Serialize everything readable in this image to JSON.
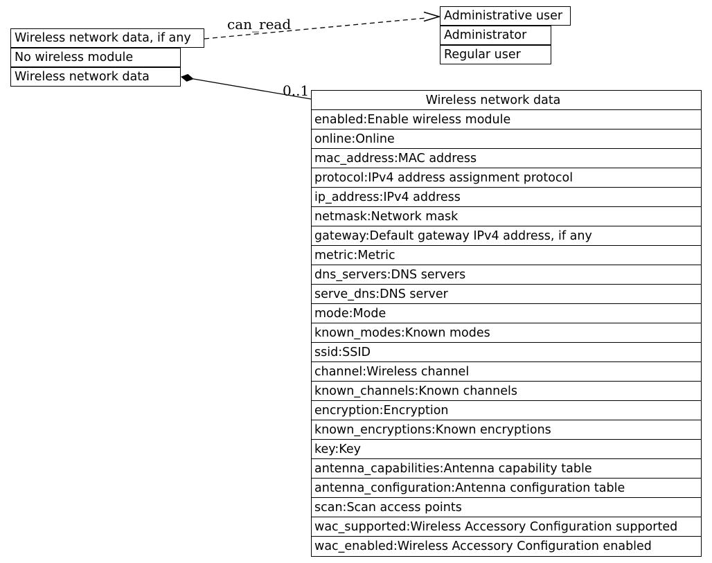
{
  "nodes": {
    "left_stack": {
      "rows": [
        {
          "label": "Wireless network data, if any"
        },
        {
          "label": "No wireless module"
        },
        {
          "label": "Wireless network data"
        }
      ]
    },
    "user_stack": {
      "rows": [
        {
          "label": "Administrative user"
        },
        {
          "label": "Administrator"
        },
        {
          "label": "Regular user"
        }
      ]
    },
    "class_box": {
      "title": "Wireless network data",
      "attributes": [
        "enabled:Enable wireless module",
        "online:Online",
        "mac_address:MAC address",
        "protocol:IPv4 address assignment protocol",
        "ip_address:IPv4 address",
        "netmask:Network mask",
        "gateway:Default gateway IPv4 address, if any",
        "metric:Metric",
        "dns_servers:DNS servers",
        "serve_dns:DNS server",
        "mode:Mode",
        "known_modes:Known modes",
        "ssid:SSID",
        "channel:Wireless channel",
        "known_channels:Known channels",
        "encryption:Encryption",
        "known_encryptions:Known encryptions",
        "key:Key",
        "antenna_capabilities:Antenna capability table",
        "antenna_configuration:Antenna configuration table",
        "scan:Scan access points",
        "wac_supported:Wireless Accessory Configuration supported",
        "wac_enabled:Wireless Accessory Configuration enabled"
      ]
    }
  },
  "edges": {
    "can_read": {
      "label": "can_read",
      "style": "dashed",
      "arrowhead": "open-vee"
    },
    "composition": {
      "label": "0..1",
      "style": "solid",
      "tail": "filled-diamond"
    }
  },
  "colors": {
    "stroke": "#000000",
    "text": "#000000",
    "background": "#ffffff"
  }
}
